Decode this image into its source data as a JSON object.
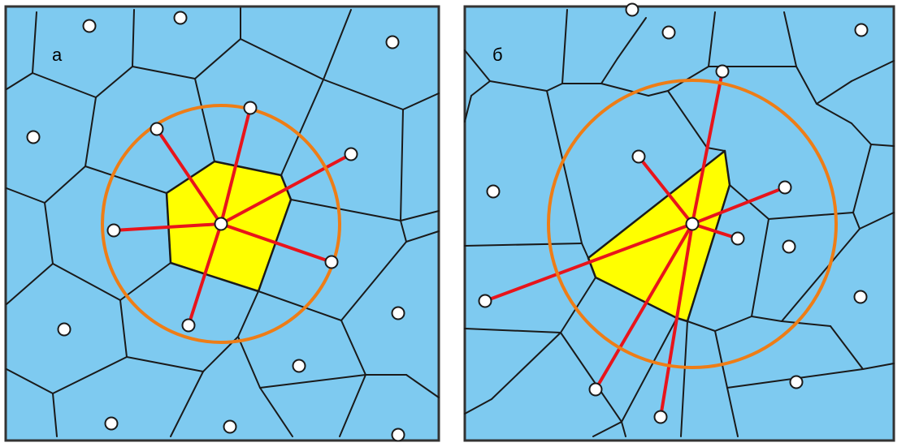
{
  "panels": [
    {
      "id": "a",
      "label": "а",
      "sites": [
        [
          110,
          32
        ],
        [
          222,
          22
        ],
        [
          483,
          52
        ],
        [
          41,
          169
        ],
        [
          193,
          159
        ],
        [
          308,
          133
        ],
        [
          432,
          190
        ],
        [
          140,
          284
        ],
        [
          272,
          276
        ],
        [
          408,
          323
        ],
        [
          232,
          401
        ],
        [
          79,
          406
        ],
        [
          490,
          386
        ],
        [
          368,
          451
        ],
        [
          137,
          522
        ],
        [
          283,
          526
        ],
        [
          490,
          536
        ]
      ],
      "focus": [
        272,
        276
      ],
      "neighbors": [
        [
          193,
          159
        ],
        [
          308,
          133
        ],
        [
          432,
          190
        ],
        [
          140,
          284
        ],
        [
          408,
          323
        ],
        [
          232,
          401
        ]
      ],
      "circle_radius": 146,
      "highlight_cell": [
        [
          264,
          199
        ],
        [
          346,
          216
        ],
        [
          358,
          246
        ],
        [
          318,
          359
        ],
        [
          210,
          324
        ],
        [
          205,
          238
        ]
      ],
      "edges": [
        [
          [
            45,
            15
          ],
          [
            40,
            90
          ]
        ],
        [
          [
            40,
            90
          ],
          [
            8,
            110
          ]
        ],
        [
          [
            40,
            90
          ],
          [
            118,
            120
          ]
        ],
        [
          [
            165,
            12
          ],
          [
            163,
            82
          ]
        ],
        [
          [
            163,
            82
          ],
          [
            118,
            120
          ]
        ],
        [
          [
            163,
            82
          ],
          [
            240,
            97
          ]
        ],
        [
          [
            296,
            10
          ],
          [
            296,
            48
          ]
        ],
        [
          [
            296,
            48
          ],
          [
            240,
            97
          ]
        ],
        [
          [
            296,
            48
          ],
          [
            398,
            98
          ]
        ],
        [
          [
            432,
            12
          ],
          [
            398,
            98
          ]
        ],
        [
          [
            398,
            98
          ],
          [
            496,
            135
          ]
        ],
        [
          [
            496,
            135
          ],
          [
            540,
            115
          ]
        ],
        [
          [
            240,
            97
          ],
          [
            264,
            199
          ]
        ],
        [
          [
            398,
            98
          ],
          [
            346,
            216
          ]
        ],
        [
          [
            118,
            120
          ],
          [
            105,
            205
          ]
        ],
        [
          [
            105,
            205
          ],
          [
            55,
            250
          ]
        ],
        [
          [
            55,
            250
          ],
          [
            8,
            232
          ]
        ],
        [
          [
            105,
            205
          ],
          [
            205,
            238
          ]
        ],
        [
          [
            264,
            199
          ],
          [
            346,
            216
          ]
        ],
        [
          [
            346,
            216
          ],
          [
            358,
            246
          ]
        ],
        [
          [
            358,
            246
          ],
          [
            318,
            359
          ]
        ],
        [
          [
            318,
            359
          ],
          [
            210,
            324
          ]
        ],
        [
          [
            210,
            324
          ],
          [
            205,
            238
          ]
        ],
        [
          [
            205,
            238
          ],
          [
            264,
            199
          ]
        ],
        [
          [
            358,
            246
          ],
          [
            493,
            272
          ]
        ],
        [
          [
            496,
            135
          ],
          [
            493,
            272
          ]
        ],
        [
          [
            493,
            272
          ],
          [
            540,
            260
          ]
        ],
        [
          [
            55,
            250
          ],
          [
            65,
            325
          ]
        ],
        [
          [
            65,
            325
          ],
          [
            8,
            375
          ]
        ],
        [
          [
            65,
            325
          ],
          [
            148,
            370
          ]
        ],
        [
          [
            210,
            324
          ],
          [
            148,
            370
          ]
        ],
        [
          [
            148,
            370
          ],
          [
            156,
            440
          ]
        ],
        [
          [
            156,
            440
          ],
          [
            65,
            485
          ]
        ],
        [
          [
            65,
            485
          ],
          [
            8,
            455
          ]
        ],
        [
          [
            318,
            359
          ],
          [
            293,
            415
          ]
        ],
        [
          [
            293,
            415
          ],
          [
            250,
            458
          ]
        ],
        [
          [
            250,
            458
          ],
          [
            156,
            440
          ]
        ],
        [
          [
            250,
            458
          ],
          [
            210,
            538
          ]
        ],
        [
          [
            65,
            485
          ],
          [
            70,
            538
          ]
        ],
        [
          [
            318,
            359
          ],
          [
            420,
            395
          ]
        ],
        [
          [
            420,
            395
          ],
          [
            450,
            462
          ]
        ],
        [
          [
            450,
            462
          ],
          [
            500,
            462
          ]
        ],
        [
          [
            493,
            272
          ],
          [
            500,
            298
          ]
        ],
        [
          [
            500,
            298
          ],
          [
            420,
            395
          ]
        ],
        [
          [
            500,
            298
          ],
          [
            540,
            285
          ]
        ],
        [
          [
            500,
            462
          ],
          [
            540,
            490
          ]
        ],
        [
          [
            293,
            415
          ],
          [
            320,
            478
          ]
        ],
        [
          [
            320,
            478
          ],
          [
            450,
            462
          ]
        ],
        [
          [
            320,
            478
          ],
          [
            360,
            538
          ]
        ],
        [
          [
            450,
            462
          ],
          [
            418,
            538
          ]
        ]
      ]
    },
    {
      "id": "б",
      "label": "б",
      "sites": [
        [
          778,
          12
        ],
        [
          823,
          40
        ],
        [
          1060,
          37
        ],
        [
          889,
          88
        ],
        [
          607,
          236
        ],
        [
          786,
          193
        ],
        [
          966,
          231
        ],
        [
          852,
          276
        ],
        [
          908,
          294
        ],
        [
          971,
          304
        ],
        [
          597,
          371
        ],
        [
          1059,
          366
        ],
        [
          980,
          471
        ],
        [
          733,
          480
        ],
        [
          813,
          514
        ]
      ],
      "focus": [
        852,
        276
      ],
      "neighbors": [
        [
          889,
          88
        ],
        [
          786,
          193
        ],
        [
          966,
          231
        ],
        [
          908,
          294
        ],
        [
          597,
          371
        ],
        [
          733,
          480
        ],
        [
          813,
          514
        ]
      ],
      "circle_radius": 177,
      "highlight_cell": [
        [
          724,
          318
        ],
        [
          892,
          186
        ],
        [
          898,
          228
        ],
        [
          846,
          396
        ],
        [
          833,
          392
        ],
        [
          733,
          342
        ]
      ],
      "edges": [
        [
          [
            572,
            62
          ],
          [
            603,
            100
          ]
        ],
        [
          [
            603,
            100
          ],
          [
            580,
            118
          ]
        ],
        [
          [
            603,
            100
          ],
          [
            673,
            112
          ]
        ],
        [
          [
            673,
            112
          ],
          [
            692,
            103
          ]
        ],
        [
          [
            692,
            103
          ],
          [
            698,
            12
          ]
        ],
        [
          [
            692,
            103
          ],
          [
            740,
            103
          ]
        ],
        [
          [
            740,
            103
          ],
          [
            760,
            72
          ]
        ],
        [
          [
            760,
            72
          ],
          [
            795,
            22
          ]
        ],
        [
          [
            740,
            103
          ],
          [
            798,
            118
          ]
        ],
        [
          [
            798,
            118
          ],
          [
            822,
            112
          ]
        ],
        [
          [
            822,
            112
          ],
          [
            872,
            82
          ]
        ],
        [
          [
            872,
            82
          ],
          [
            880,
            15
          ]
        ],
        [
          [
            822,
            112
          ],
          [
            870,
            182
          ]
        ],
        [
          [
            870,
            182
          ],
          [
            892,
            186
          ]
        ],
        [
          [
            892,
            186
          ],
          [
            898,
            228
          ]
        ],
        [
          [
            898,
            228
          ],
          [
            846,
            396
          ]
        ],
        [
          [
            846,
            396
          ],
          [
            833,
            392
          ]
        ],
        [
          [
            833,
            392
          ],
          [
            733,
            342
          ]
        ],
        [
          [
            733,
            342
          ],
          [
            724,
            318
          ]
        ],
        [
          [
            724,
            318
          ],
          [
            892,
            186
          ]
        ],
        [
          [
            673,
            112
          ],
          [
            716,
            300
          ]
        ],
        [
          [
            716,
            300
          ],
          [
            724,
            318
          ]
        ],
        [
          [
            716,
            300
          ],
          [
            572,
            303
          ]
        ],
        [
          [
            580,
            118
          ],
          [
            572,
            150
          ]
        ],
        [
          [
            872,
            82
          ],
          [
            980,
            82
          ]
        ],
        [
          [
            980,
            82
          ],
          [
            1005,
            128
          ]
        ],
        [
          [
            1005,
            128
          ],
          [
            1048,
            152
          ]
        ],
        [
          [
            1048,
            152
          ],
          [
            1072,
            178
          ]
        ],
        [
          [
            1072,
            178
          ],
          [
            1100,
            180
          ]
        ],
        [
          [
            980,
            82
          ],
          [
            965,
            15
          ]
        ],
        [
          [
            1005,
            128
          ],
          [
            1048,
            100
          ]
        ],
        [
          [
            1048,
            100
          ],
          [
            1100,
            75
          ]
        ],
        [
          [
            898,
            228
          ],
          [
            946,
            270
          ]
        ],
        [
          [
            946,
            270
          ],
          [
            1050,
            262
          ]
        ],
        [
          [
            1050,
            262
          ],
          [
            1072,
            178
          ]
        ],
        [
          [
            1050,
            262
          ],
          [
            1058,
            282
          ]
        ],
        [
          [
            1058,
            282
          ],
          [
            1100,
            262
          ]
        ],
        [
          [
            946,
            270
          ],
          [
            925,
            390
          ]
        ],
        [
          [
            925,
            390
          ],
          [
            962,
            396
          ]
        ],
        [
          [
            962,
            396
          ],
          [
            1058,
            282
          ]
        ],
        [
          [
            846,
            396
          ],
          [
            880,
            408
          ]
        ],
        [
          [
            880,
            408
          ],
          [
            925,
            390
          ]
        ],
        [
          [
            962,
            396
          ],
          [
            1022,
            402
          ]
        ],
        [
          [
            1022,
            402
          ],
          [
            1062,
            455
          ]
        ],
        [
          [
            1062,
            455
          ],
          [
            1100,
            448
          ]
        ],
        [
          [
            880,
            408
          ],
          [
            895,
            478
          ]
        ],
        [
          [
            895,
            478
          ],
          [
            908,
            538
          ]
        ],
        [
          [
            895,
            478
          ],
          [
            1062,
            455
          ]
        ],
        [
          [
            733,
            342
          ],
          [
            690,
            410
          ]
        ],
        [
          [
            690,
            410
          ],
          [
            572,
            405
          ]
        ],
        [
          [
            690,
            410
          ],
          [
            605,
            492
          ]
        ],
        [
          [
            833,
            392
          ],
          [
            765,
            520
          ]
        ],
        [
          [
            765,
            520
          ],
          [
            690,
            410
          ]
        ],
        [
          [
            765,
            520
          ],
          [
            770,
            538
          ]
        ],
        [
          [
            765,
            520
          ],
          [
            730,
            538
          ]
        ],
        [
          [
            846,
            396
          ],
          [
            838,
            538
          ]
        ],
        [
          [
            605,
            492
          ],
          [
            572,
            510
          ]
        ]
      ]
    }
  ],
  "colors": {
    "cell_fill": "#7ecaf0",
    "cell_edge": "#1a1a1a",
    "highlight_fill": "#ffff00",
    "connector": "#e8141b",
    "circle": "#ee7d16",
    "site_fill": "#ffffff",
    "site_stroke": "#1a1a1a",
    "border": "#333333"
  }
}
